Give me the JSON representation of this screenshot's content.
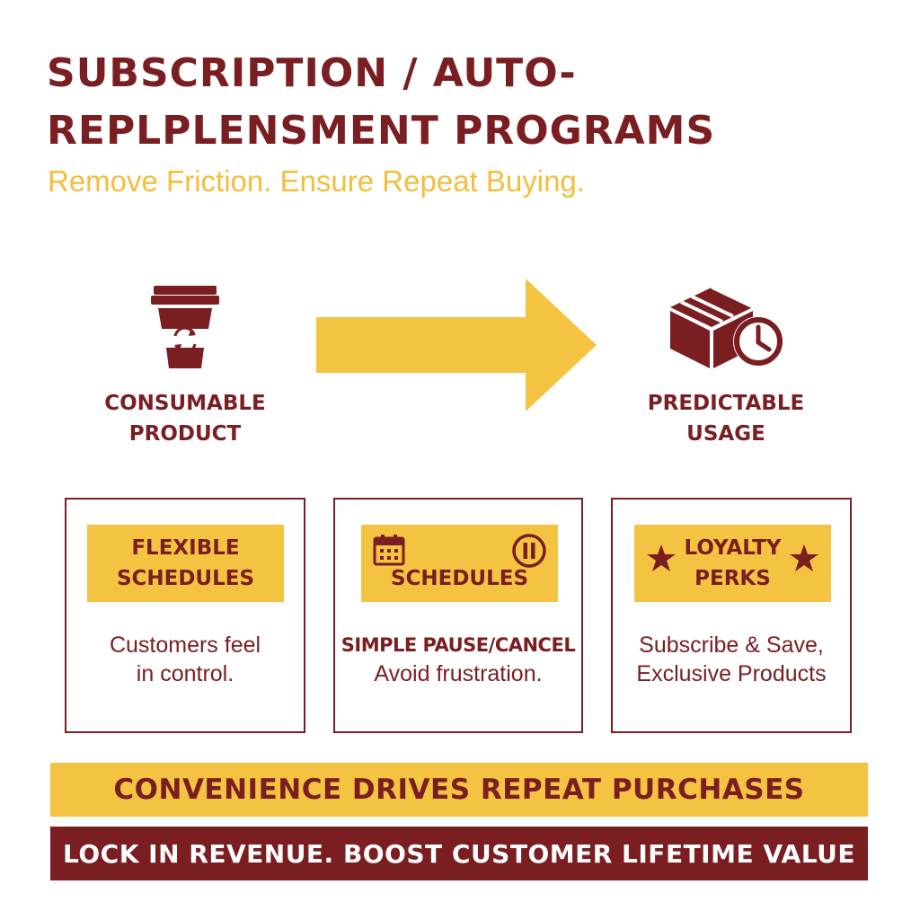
{
  "header": {
    "title_line1": "SUBSCRIPTION / AUTO-",
    "title_line2": "REPLPLENSMENT PROGRAMS",
    "subtitle": "Remove Friction. Ensure Repeat Buying."
  },
  "icons": {
    "source": "coffee-cup-refresh-icon",
    "target": "package-clock-icon",
    "flow": "right-arrow",
    "calendar": "calendar-icon",
    "pause": "pause-icon",
    "star": "star-icon"
  },
  "flow": {
    "source": {
      "line1": "CONSUMABLE",
      "line2": "PRODUCT"
    },
    "target": {
      "line1": "PREDICTABLE",
      "line2": "USAGE"
    }
  },
  "cards": [
    {
      "header_line1": "FLEXIBLE",
      "header_line2": "SCHEDULES",
      "body_line1": "Customers feel",
      "body_line2": "in control."
    },
    {
      "header_line1": "SCHEDULES",
      "body_lead": "SIMPLE PAUSE/CANCEL",
      "body_line1": "Avoid frustration."
    },
    {
      "header_line1": "LOYALTY",
      "header_line2": "PERKS",
      "body_line1": "Subscribe & Save,",
      "body_line2": "Exclusive Products"
    }
  ],
  "banners": {
    "primary": "CONVENIENCE DRIVES REPEAT PURCHASES",
    "secondary": "LOCK IN REVENUE. BOOST CUSTOMER LIFETIME VALUE"
  },
  "colors": {
    "maroon": "#7a1e22",
    "yellow": "#f5c342",
    "subtitle_yellow": "#f2be3c",
    "white": "#ffffff"
  }
}
